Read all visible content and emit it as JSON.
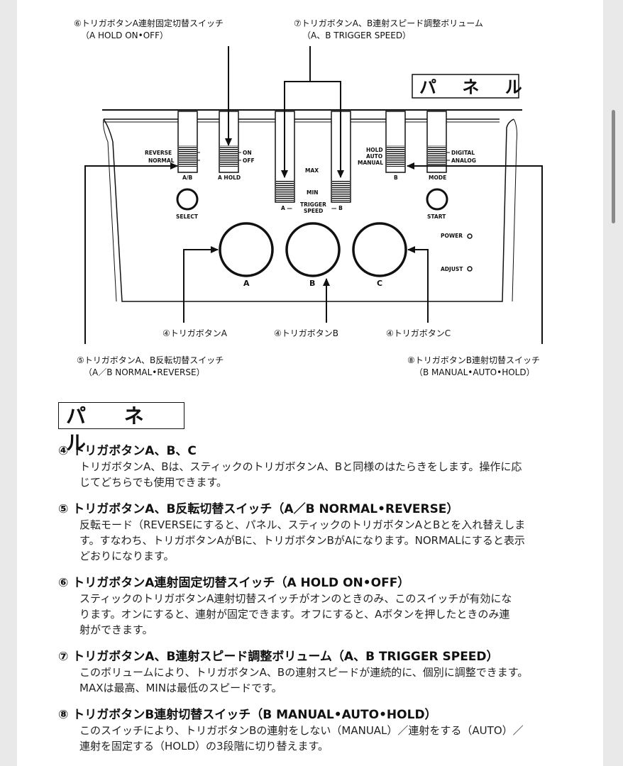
{
  "callouts": {
    "c6_title": "⑥トリガボタンA連射固定切替スイッチ",
    "c6_sub": "（A HOLD ON•OFF）",
    "c7_title": "⑦トリガボタンA、B連射スピード調整ボリューム",
    "c7_sub": "（A、B TRIGGER SPEED）",
    "c4a": "④トリガボタンA",
    "c4b": "④トリガボタンB",
    "c4c": "④トリガボタンC",
    "c5_title": "⑤トリガボタンA、B反転切替スイッチ",
    "c5_sub": "（A／B NORMAL•REVERSE）",
    "c8_title": "⑧トリガボタンB連射切替スイッチ",
    "c8_sub": "（B MANUAL•AUTO•HOLD）"
  },
  "panel_title": "パ ネ ル",
  "panel_labels": {
    "reverse": "REVERSE",
    "normal": "NORMAL",
    "ab": "A/B",
    "on": "ON",
    "off": "OFF",
    "ahold": "A HOLD",
    "max": "MAX",
    "min": "MIN",
    "a_dash": "A —",
    "trigger": "TRIGGER",
    "speed": "SPEED",
    "dash_b": "— B",
    "hold": "HOLD",
    "auto": "AUTO",
    "manual": "MANUAL",
    "b": "B",
    "digital": "DIGITAL",
    "analog": "ANALOG",
    "mode": "MODE",
    "select": "SELECT",
    "start": "START",
    "power": "POWER",
    "adjust": "ADJUST",
    "btn_a": "A",
    "btn_b": "B",
    "btn_c": "C"
  },
  "section_title": "パ ネ ル",
  "sections": [
    {
      "heading": "④ トリガボタンA、B、C",
      "lines": [
        "トリガボタンA、Bは、スティックのトリガボタンA、Bと同様のはたらきをします。操作に応",
        "じてどちらでも使用できます。"
      ]
    },
    {
      "heading": "⑤ トリガボタンA、B反転切替スイッチ（A／B NORMAL•REVERSE）",
      "lines": [
        "反転モード（REVERSEにすると、パネル、スティックのトリガボタンAとBとを入れ替えしま",
        "す。すなわち、トリガボタンAがBに、トリガボタンBがAになります。NORMALにすると表示",
        "どおりになります。"
      ]
    },
    {
      "heading": "⑥ トリガボタンA連射固定切替スイッチ（A HOLD ON•OFF）",
      "lines": [
        "スティックのトリガボタンA連射切替スイッチがオンのときのみ、このスイッチが有効にな",
        "ります。オンにすると、連射が固定できます。オフにすると、Aボタンを押したときのみ連",
        "射ができます。"
      ]
    },
    {
      "heading": "⑦ トリガボタンA、B連射スピード調整ボリューム（A、B TRIGGER SPEED）",
      "lines": [
        "このボリュームにより、トリガボタンA、Bの連射スピードが連続的に、個別に調整できます。",
        "MAXは最高、MINは最低のスピードです。"
      ]
    },
    {
      "heading": "⑧ トリガボタンB連射切替スイッチ（B MANUAL•AUTO•HOLD）",
      "lines": [
        "このスイッチにより、トリガボタンBの連射をしない（MANUAL）／連射をする（AUTO）／",
        "連射を固定する（HOLD）の3段階に切り替えます。"
      ]
    }
  ]
}
